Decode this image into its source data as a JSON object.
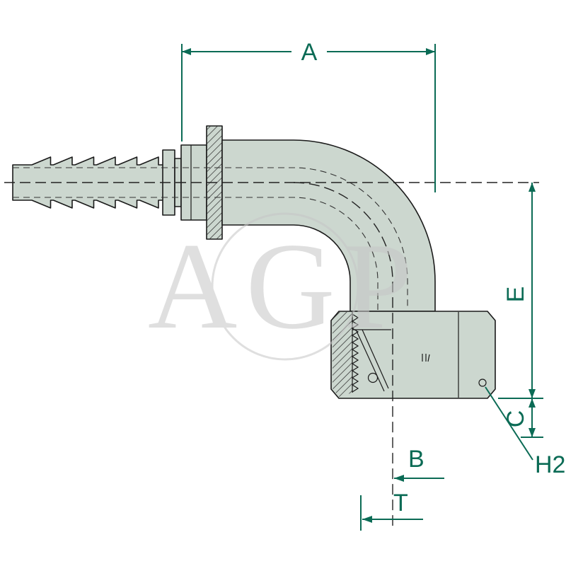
{
  "watermark": {
    "text": "AGP"
  },
  "dimensions": {
    "A": {
      "label": "A"
    },
    "E": {
      "label": "E"
    },
    "C": {
      "label": "C"
    },
    "H2": {
      "label": "H2"
    },
    "B": {
      "label": "B"
    },
    "T": {
      "label": "T"
    }
  },
  "colors": {
    "dimension_green": "#0b6b55",
    "outline_black": "#1a1a1a",
    "part_fill": "#ccd7cf",
    "watermark_gray": "#c6c6c6",
    "page_bg": "#ffffff"
  }
}
